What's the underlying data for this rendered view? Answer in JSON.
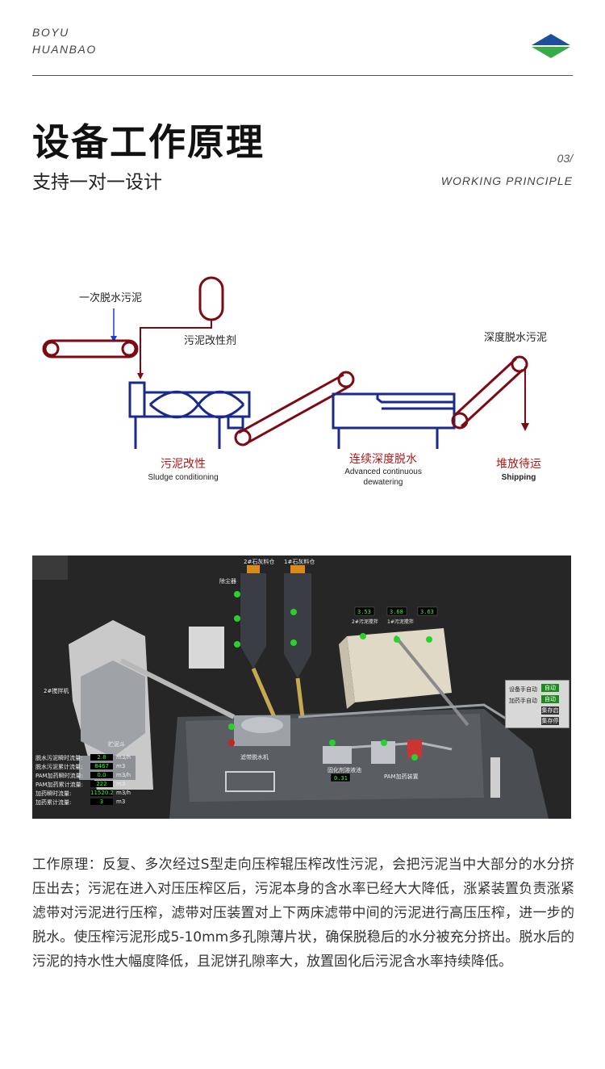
{
  "header": {
    "brand_line1": "BOYU",
    "brand_line2": "HUANBAO"
  },
  "section": {
    "title": "设备工作原理",
    "subtitle": "支持一对一设计",
    "number": "03/",
    "english": "WORKING PRINCIPLE"
  },
  "diagram": {
    "input_label": "一次脱水污泥",
    "agent_label": "污泥改性剂",
    "output_label": "深度脱水污泥",
    "stage1_cn": "污泥改性",
    "stage1_en": "Sludge conditioning",
    "stage2_cn": "连续深度脱水",
    "stage2_en_line1": "Advanced continuous",
    "stage2_en_line2": "dewatering",
    "stage3_cn": "堆放待运",
    "stage3_en": "Shipping"
  },
  "scada": {
    "silo1_label": "2#石灰料仓",
    "silo2_label": "1#石灰料仓",
    "dust_label": "除尘器",
    "left_machine_label": "2#搅拌机",
    "hopper_label": "贮泥斗",
    "belt_label": "滤带脱水机",
    "curing_label": "固化剂溶液池",
    "pam_label": "PAM加药装置",
    "tank_readings": [
      "3.53",
      "3.68",
      "3.63"
    ],
    "tank_label1": "2#污泥搅拌",
    "tank_label2": "1#污泥搅拌",
    "curing_value": "0.31",
    "mode_label1": "设备手自动",
    "mode_label2": "加药手自动",
    "mode_btn": "自动",
    "start_btn": "集存启",
    "stop_btn": "集存停",
    "readouts": [
      {
        "label": "脱水污泥瞬时流量:",
        "value": "2.8",
        "unit": "m3/h"
      },
      {
        "label": "脱水污泥累计流量:",
        "value": "8467",
        "unit": "m3"
      },
      {
        "label": "PAM加药瞬时流量:",
        "value": "0.0",
        "unit": "m3/h"
      },
      {
        "label": "PAM加药累计流量:",
        "value": "222",
        "unit": "m3"
      },
      {
        "label": "加药瞬时流量:",
        "value": "11520.2",
        "unit": "m3/h"
      },
      {
        "label": "加药累计流量:",
        "value": "3",
        "unit": "m3"
      }
    ]
  },
  "description": "工作原理：反复、多次经过S型走向压榨辊压榨改性污泥，会把污泥当中大部分的水分挤压出去；污泥在进入对压压榨区后，污泥本身的含水率已经大大降低，涨紧装置负责涨紧滤带对污泥进行压榨，滤带对压装置对上下两床滤带中间的污泥进行高压压榨，进一步的脱水。使压榨污泥形成5-10mm多孔隙薄片状，确保脱稳后的水分被充分挤出。脱水后的污泥的持水性大幅度降低，且泥饼孔隙率大，放置固化后污泥含水率持续降低。"
}
